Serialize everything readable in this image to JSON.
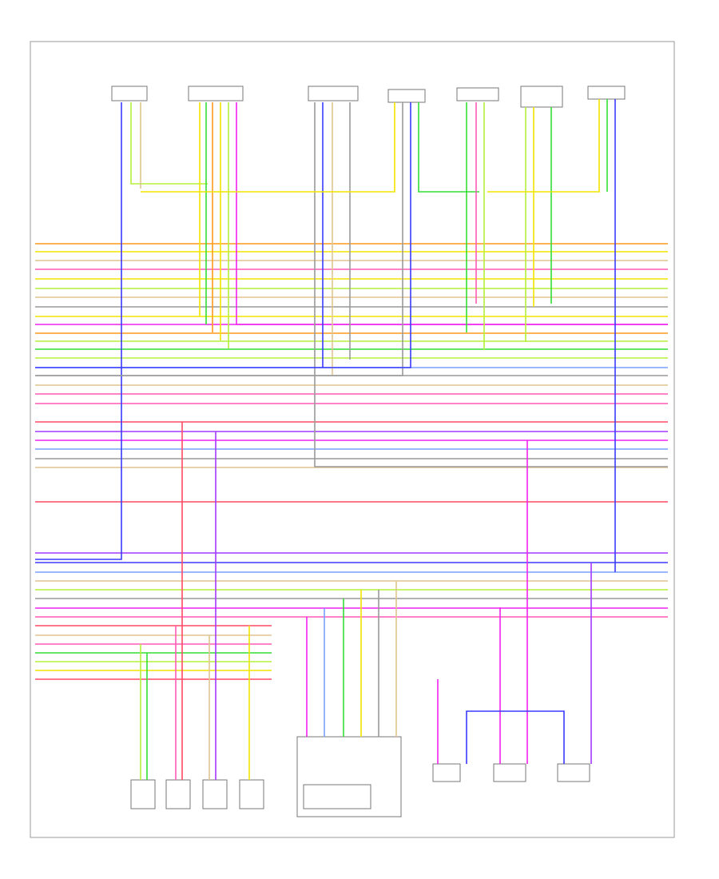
{
  "diagram": {
    "page_number": "",
    "colors": {
      "orange": "#ff9a1a",
      "yellow": "#f2e400",
      "tan": "#e0c490",
      "pink": "#ff5ab4",
      "magenta": "#ee22ee",
      "red": "#ff4a64",
      "green": "#33dd33",
      "lime": "#b6f03a",
      "blue": "#3a3aff",
      "lightblue": "#7aa0ff",
      "violet": "#a23aff",
      "gray": "#999999",
      "brown": "#b57a40",
      "black": "#333333"
    },
    "sensors_top": [
      {
        "id": "s1",
        "label": ""
      },
      {
        "id": "s2",
        "label": ""
      },
      {
        "id": "s3",
        "label": ""
      },
      {
        "id": "s4",
        "label": ""
      },
      {
        "id": "s5",
        "label": ""
      },
      {
        "id": "s6",
        "label": ""
      },
      {
        "id": "s7",
        "label": ""
      }
    ],
    "components_bottom": [
      {
        "id": "b1",
        "label": ""
      },
      {
        "id": "b2",
        "label": ""
      },
      {
        "id": "b3",
        "label": ""
      },
      {
        "id": "b4",
        "label": ""
      },
      {
        "id": "b5",
        "label": ""
      }
    ]
  }
}
